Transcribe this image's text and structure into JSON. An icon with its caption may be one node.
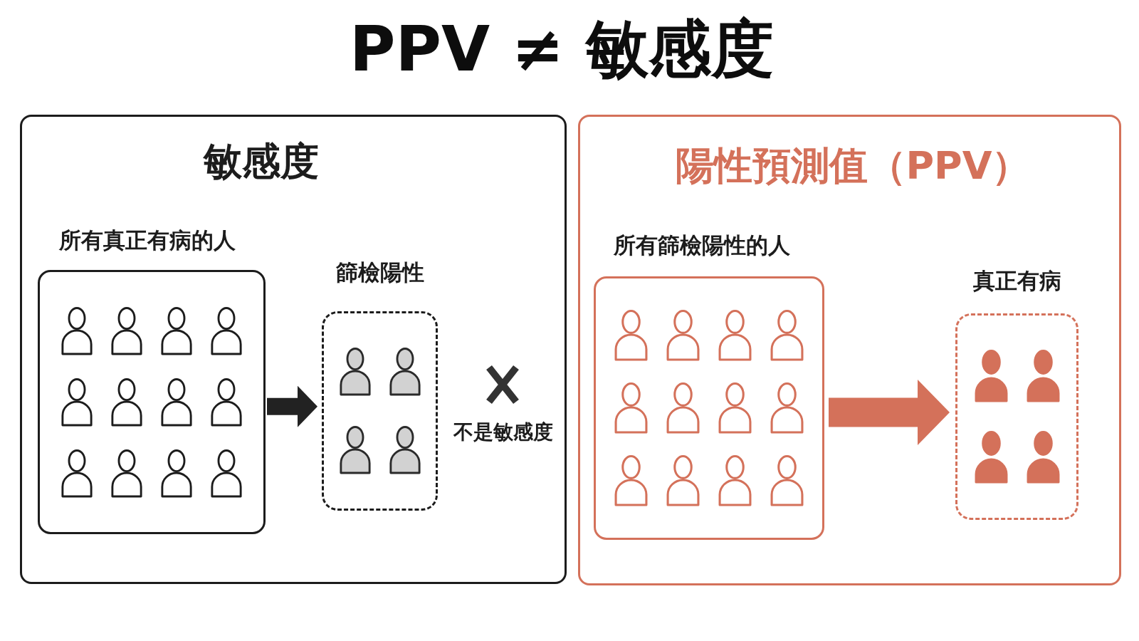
{
  "diagram": {
    "title": "PPV ≠ 敏感度",
    "nodes": [
      {
        "text": [
          "敏感度"
        ]
      },
      {
        "text": [
          "所有真正有病的人"
        ],
        "in": 0
      },
      {
        "text": [
          "篩檢陽性"
        ],
        "in": 0
      },
      {
        "text": [
          "陽性預測值（PPV）"
        ]
      },
      {
        "text": [
          "所有篩檢陽性的人"
        ],
        "in": 3
      },
      {
        "text": [
          "真正有病"
        ],
        "in": 3
      }
    ],
    "edges": [
      {
        "from": 1,
        "to": 2,
        "arrow": "to",
        "color": "#222222"
      },
      {
        "from": 4,
        "to": 5,
        "arrow": "to",
        "color": "#d4715a"
      }
    ],
    "labels": [
      "不是敏感度"
    ]
  }
}
